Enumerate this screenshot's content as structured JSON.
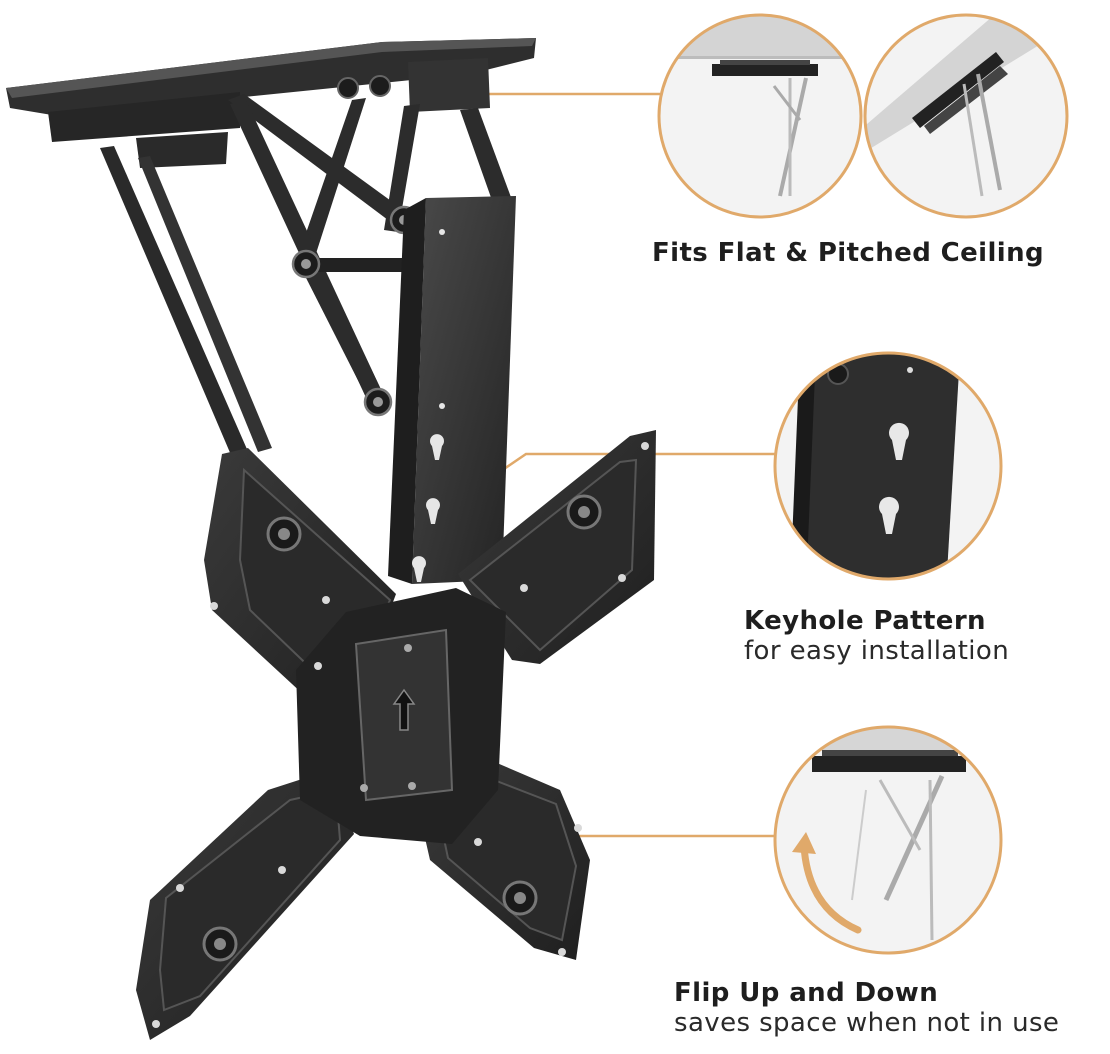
{
  "features": [
    {
      "title": "Fits Flat & Pitched Ceiling",
      "subtitle": ""
    },
    {
      "title": "Keyhole Pattern",
      "subtitle": "for easy installation"
    },
    {
      "title": "Flip Up and Down",
      "subtitle": "saves space when not in use"
    }
  ],
  "colors": {
    "accent": "#E0A96A",
    "metal_dark": "#2b2b2b",
    "metal_mid": "#444444",
    "metal_light": "#666666",
    "circle_bg": "#f2f2f2"
  }
}
